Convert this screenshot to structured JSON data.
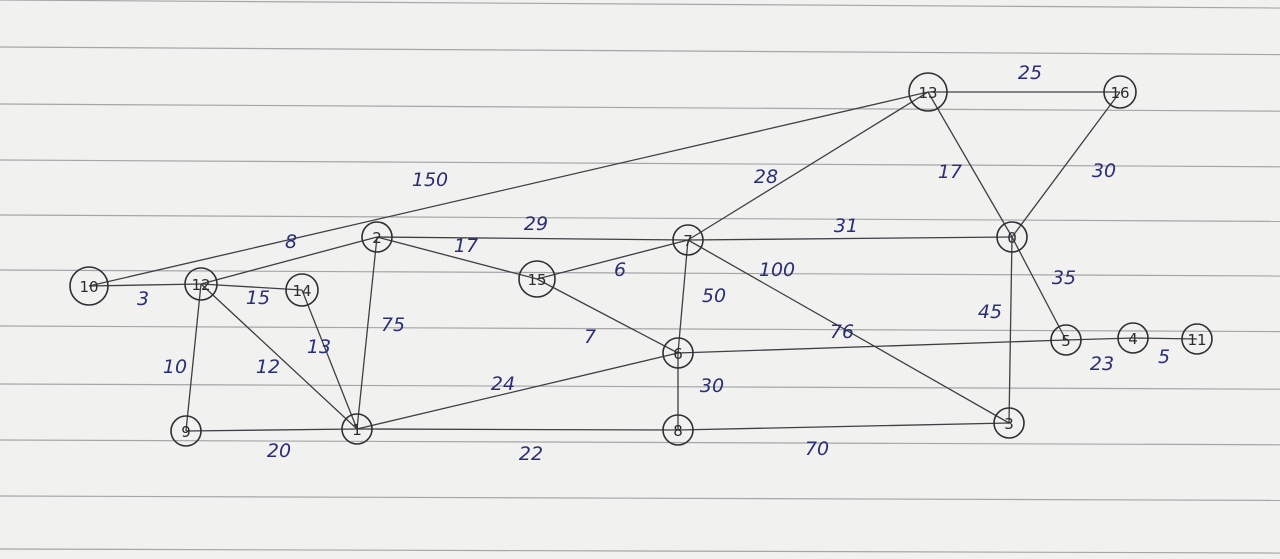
{
  "graph": {
    "nodes": [
      {
        "id": "n1",
        "label": "1"
      },
      {
        "id": "n2",
        "label": "2"
      },
      {
        "id": "n3",
        "label": "3"
      },
      {
        "id": "n4",
        "label": "4"
      },
      {
        "id": "n5",
        "label": "5"
      },
      {
        "id": "n6",
        "label": "6"
      },
      {
        "id": "n7",
        "label": "7"
      },
      {
        "id": "n8",
        "label": "8"
      },
      {
        "id": "n9",
        "label": "9"
      },
      {
        "id": "n10",
        "label": "10"
      },
      {
        "id": "n11",
        "label": "11"
      },
      {
        "id": "n12",
        "label": "12"
      },
      {
        "id": "n13",
        "label": "13"
      },
      {
        "id": "n14",
        "label": "14"
      },
      {
        "id": "n15",
        "label": "15"
      },
      {
        "id": "n16",
        "label": "16"
      },
      {
        "id": "n0",
        "label": "0"
      }
    ],
    "edges": [
      {
        "from": "n10",
        "to": "n12",
        "weight": "3"
      },
      {
        "from": "n10",
        "to": "n13",
        "weight": "150"
      },
      {
        "from": "n12",
        "to": "n2",
        "weight": "8"
      },
      {
        "from": "n12",
        "to": "n14",
        "weight": "15"
      },
      {
        "from": "n12",
        "to": "n9",
        "weight": "10"
      },
      {
        "from": "n12",
        "to": "n1",
        "weight": "12"
      },
      {
        "from": "n14",
        "to": "n1",
        "weight": "13"
      },
      {
        "from": "n2",
        "to": "n1",
        "weight": "75"
      },
      {
        "from": "n2",
        "to": "n15",
        "weight": "17"
      },
      {
        "from": "n2",
        "to": "n7",
        "weight": "29"
      },
      {
        "from": "n15",
        "to": "n7",
        "weight": "6"
      },
      {
        "from": "n15",
        "to": "n6",
        "weight": "7"
      },
      {
        "from": "n9",
        "to": "n1",
        "weight": "20"
      },
      {
        "from": "n1",
        "to": "n6",
        "weight": "24"
      },
      {
        "from": "n1",
        "to": "n8",
        "weight": "22"
      },
      {
        "from": "n7",
        "to": "n6",
        "weight": "50"
      },
      {
        "from": "n7",
        "to": "n13",
        "weight": "28"
      },
      {
        "from": "n7",
        "to": "n0",
        "weight": "31"
      },
      {
        "from": "n7",
        "to": "n3",
        "weight": "100"
      },
      {
        "from": "n6",
        "to": "n8",
        "weight": "30"
      },
      {
        "from": "n6",
        "to": "n5",
        "weight": "76"
      },
      {
        "from": "n8",
        "to": "n3",
        "weight": "70"
      },
      {
        "from": "n13",
        "to": "n16",
        "weight": "25"
      },
      {
        "from": "n13",
        "to": "n0",
        "weight": "17"
      },
      {
        "from": "n16",
        "to": "n0",
        "weight": "30"
      },
      {
        "from": "n0",
        "to": "n5",
        "weight": "35"
      },
      {
        "from": "n0",
        "to": "n3",
        "weight": "45"
      },
      {
        "from": "n5",
        "to": "n4",
        "weight": "23"
      },
      {
        "from": "n4",
        "to": "n11",
        "weight": "5"
      }
    ]
  }
}
